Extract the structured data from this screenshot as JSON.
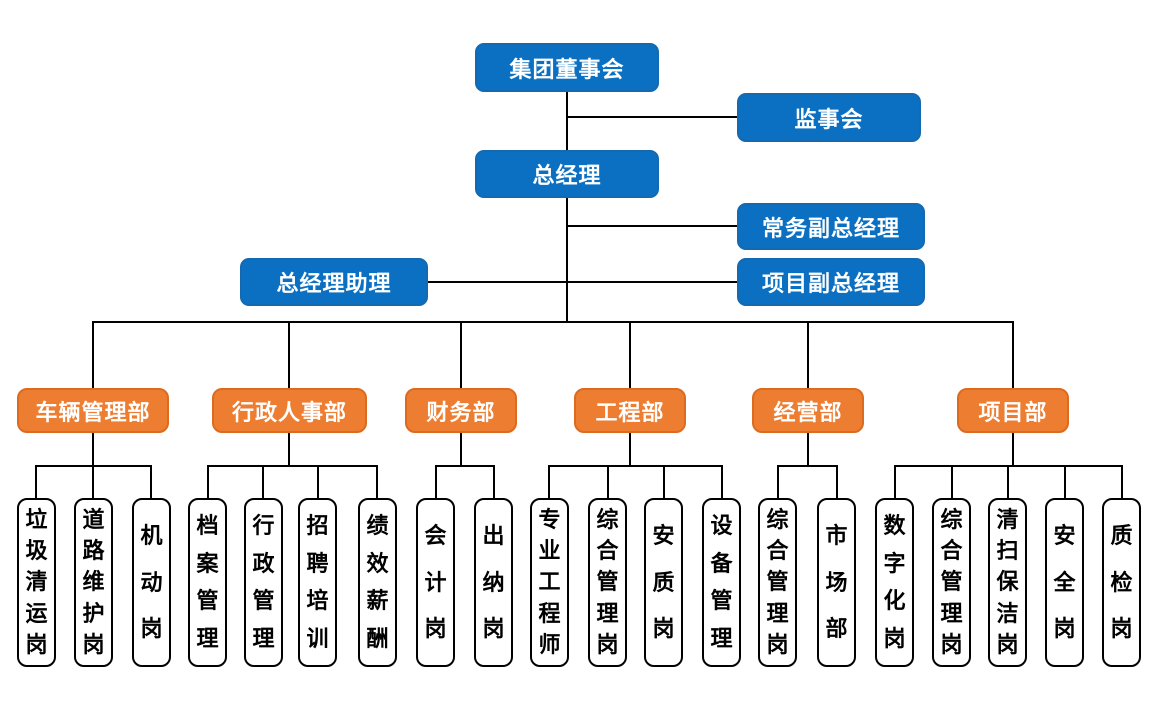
{
  "org_chart": {
    "executives": {
      "board": "集团董事会",
      "supervisory_board": "监事会",
      "general_manager": "总经理",
      "executive_deputy_gm": "常务副总经理",
      "gm_assistant": "总经理助理",
      "project_deputy_gm": "项目副总经理"
    },
    "departments": [
      {
        "label": "车辆管理部",
        "positions": [
          "垃圾清运岗",
          "道路维护岗",
          "机动岗"
        ]
      },
      {
        "label": "行政人事部",
        "positions": [
          "档案管理",
          "行政管理",
          "招聘培训",
          "绩效薪酬"
        ]
      },
      {
        "label": "财务部",
        "positions": [
          "会计岗",
          "出纳岗"
        ]
      },
      {
        "label": "工程部",
        "positions": [
          "专业工程师",
          "综合管理岗",
          "安质岗",
          "设备管理"
        ]
      },
      {
        "label": "经营部",
        "positions": [
          "综合管理岗",
          "市场部"
        ]
      },
      {
        "label": "项目部",
        "positions": [
          "数字化岗",
          "综合管理岗",
          "清扫保洁岗",
          "安全岗",
          "质检岗"
        ]
      }
    ],
    "colors": {
      "executive_fill": "#0C70C2",
      "executive_border": "#1469B0",
      "department_fill": "#ED7D31",
      "department_border": "#DD6B1F",
      "position_fill": "#FFFFFF",
      "position_border": "#000000",
      "connector": "#000000"
    }
  }
}
